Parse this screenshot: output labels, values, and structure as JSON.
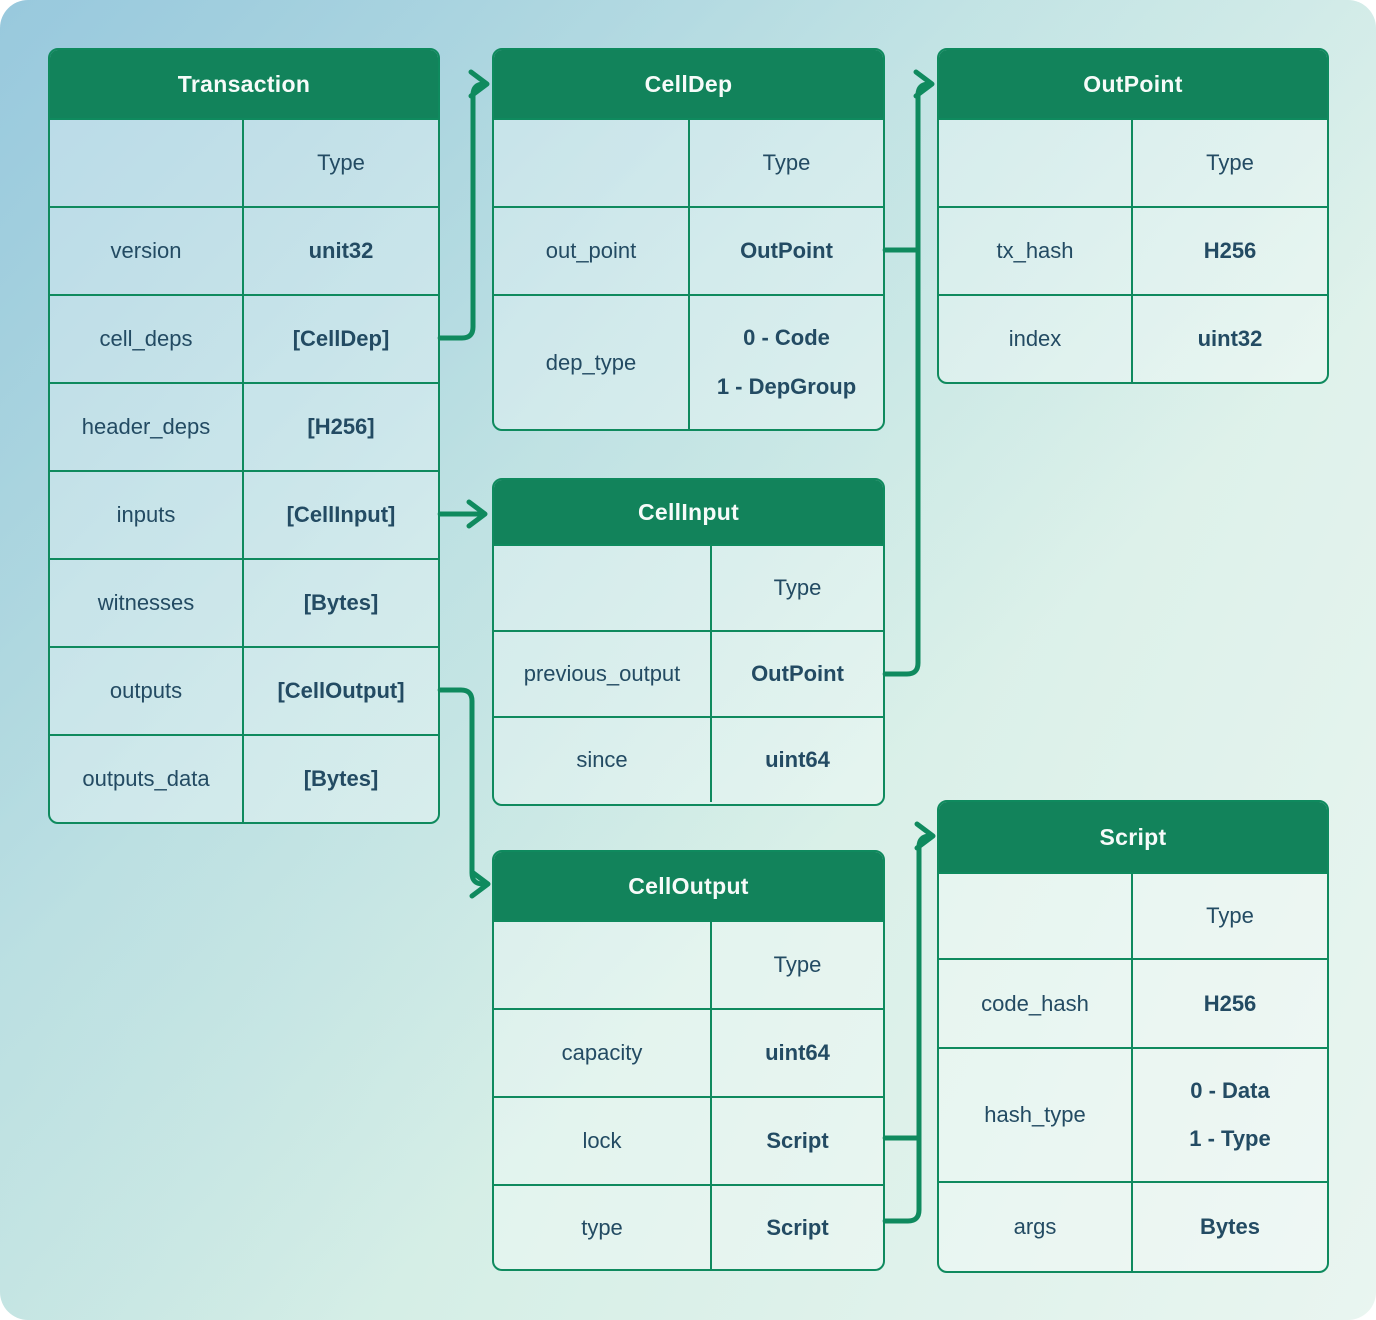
{
  "diagram": {
    "tables": {
      "transaction": {
        "title": "Transaction",
        "type_header": "Type",
        "rows": [
          {
            "field": "version",
            "type": "unit32"
          },
          {
            "field": "cell_deps",
            "type": "[CellDep]"
          },
          {
            "field": "header_deps",
            "type": "[H256]"
          },
          {
            "field": "inputs",
            "type": "[CellInput]"
          },
          {
            "field": "witnesses",
            "type": "[Bytes]"
          },
          {
            "field": "outputs",
            "type": "[CellOutput]"
          },
          {
            "field": "outputs_data",
            "type": "[Bytes]"
          }
        ]
      },
      "cell_dep": {
        "title": "CellDep",
        "type_header": "Type",
        "rows": [
          {
            "field": "out_point",
            "type": "OutPoint"
          },
          {
            "field": "dep_type",
            "type": "0 - Code\n1 - DepGroup"
          }
        ]
      },
      "out_point": {
        "title": "OutPoint",
        "type_header": "Type",
        "rows": [
          {
            "field": "tx_hash",
            "type": "H256"
          },
          {
            "field": "index",
            "type": "uint32"
          }
        ]
      },
      "cell_input": {
        "title": "CellInput",
        "type_header": "Type",
        "rows": [
          {
            "field": "previous_output",
            "type": "OutPoint"
          },
          {
            "field": "since",
            "type": "uint64"
          }
        ]
      },
      "cell_output": {
        "title": "CellOutput",
        "type_header": "Type",
        "rows": [
          {
            "field": "capacity",
            "type": "uint64"
          },
          {
            "field": "lock",
            "type": "Script"
          },
          {
            "field": "type",
            "type": "Script"
          }
        ]
      },
      "script": {
        "title": "Script",
        "type_header": "Type",
        "rows": [
          {
            "field": "code_hash",
            "type": "H256"
          },
          {
            "field": "hash_type",
            "type": "0 - Data\n1 - Type"
          },
          {
            "field": "args",
            "type": "Bytes"
          }
        ]
      }
    },
    "connections": [
      {
        "from": "Transaction.cell_deps",
        "to": "CellDep"
      },
      {
        "from": "Transaction.inputs",
        "to": "CellInput"
      },
      {
        "from": "Transaction.outputs",
        "to": "CellOutput"
      },
      {
        "from": "CellDep.out_point",
        "to": "OutPoint"
      },
      {
        "from": "CellInput.previous_output",
        "to": "OutPoint"
      },
      {
        "from": "CellOutput.lock",
        "to": "Script"
      },
      {
        "from": "CellOutput.type",
        "to": "Script"
      }
    ],
    "colors": {
      "header_bg": "#12835b",
      "border": "#0f8a5e",
      "connector": "#0f8a5e",
      "text": "#234b63",
      "header_text": "#f6fbf9"
    }
  }
}
